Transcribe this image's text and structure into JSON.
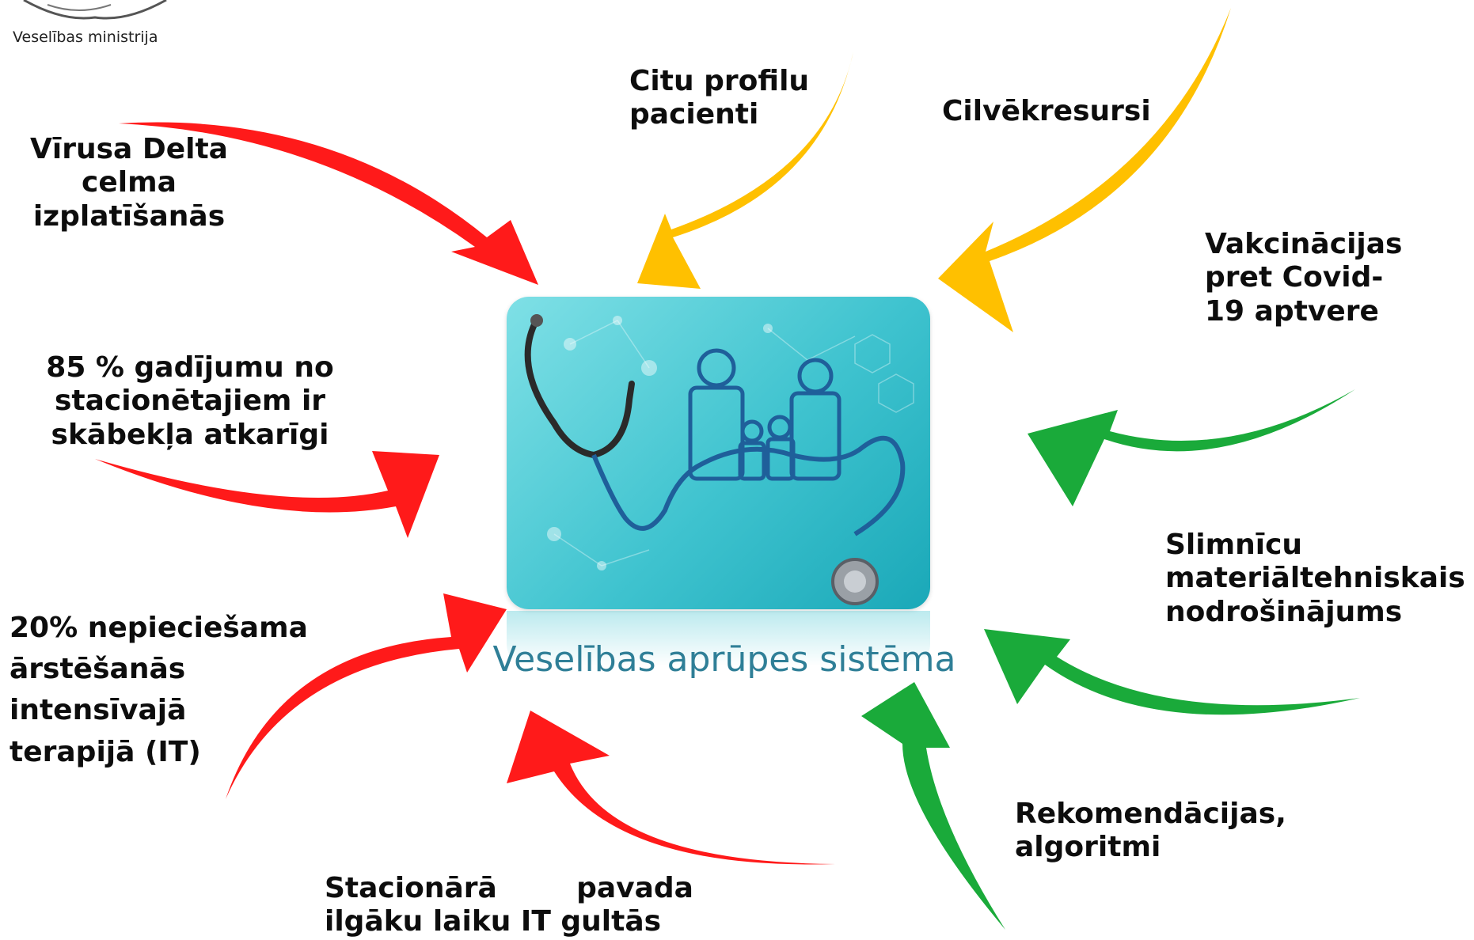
{
  "logo": {
    "text": "Veselības ministrija"
  },
  "center": {
    "caption": "Veselības aprūpes sistēma"
  },
  "colors": {
    "red": "#ff1a1a",
    "yellow": "#ffc000",
    "green": "#1aaa3a",
    "caption": "#2f7f97"
  },
  "factors": {
    "delta": {
      "lines": [
        "Vīrusa Delta",
        "celma",
        "izplatīšanās"
      ]
    },
    "oxygen": {
      "lines": [
        "85 % gadījumu no",
        "stacionētajiem  ir",
        "skābekļa atkarīgi"
      ]
    },
    "icu_need": {
      "lines": [
        "20% nepieciešama",
        "ārstēšanās",
        "intensīvajā",
        "terapijā (IT)"
      ]
    },
    "icu_stay": {
      "lines": [
        "Stacionārā        pavada",
        "ilgāku laiku IT gultās"
      ]
    },
    "other_patients": {
      "lines": [
        "Citu profilu",
        "pacienti"
      ]
    },
    "staff": {
      "lines": [
        "Cilvēkresursi"
      ]
    },
    "vaccination": {
      "lines": [
        "Vakcinācijas",
        "pret Covid-",
        "19 aptvere"
      ]
    },
    "equipment": {
      "lines": [
        "Slimnīcu",
        "materiāltehniskais",
        "nodrošinājums"
      ]
    },
    "guidelines": {
      "lines": [
        "Rekomendācijas,",
        "algoritmi"
      ]
    }
  }
}
